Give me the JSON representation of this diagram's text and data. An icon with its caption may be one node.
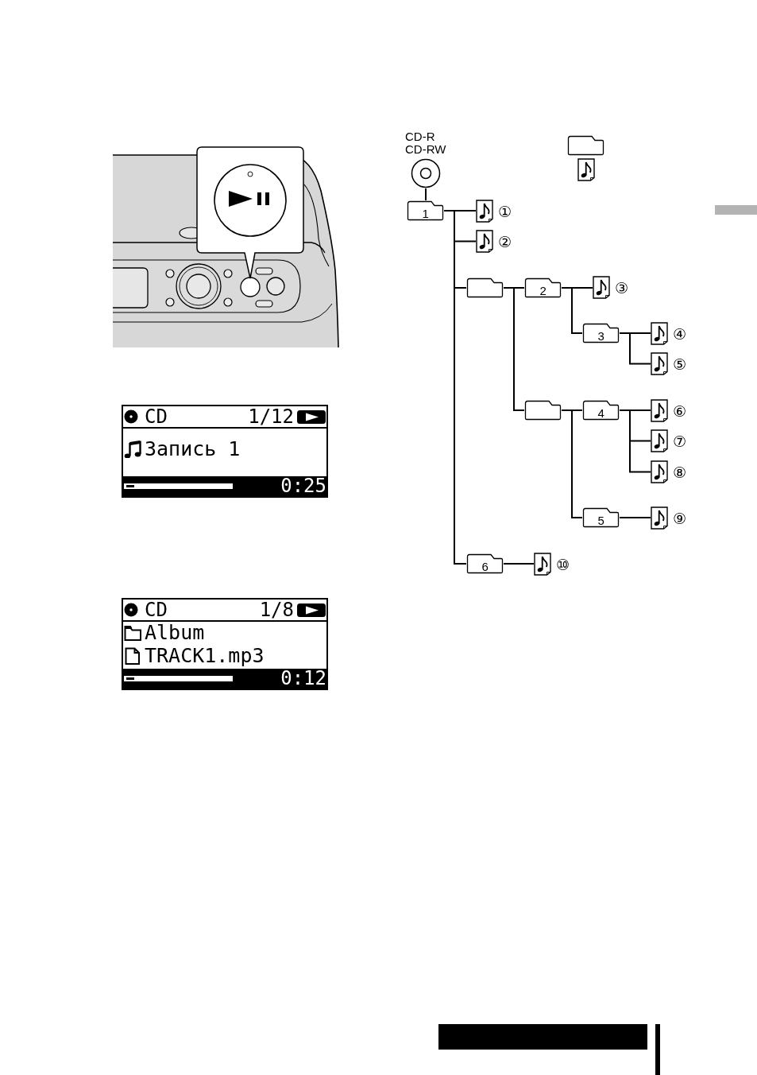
{
  "diagram": {
    "nodes": [
      {
        "text": [
          "CD-R CD-RW"
        ]
      },
      {
        "text": [],
        "shape": "folder"
      },
      {
        "text": [],
        "shape": "document"
      },
      {
        "text": [
          "1"
        ]
      },
      {
        "text": [],
        "shape": "document",
        "beside": [
          "①"
        ]
      },
      {
        "text": [],
        "shape": "document",
        "beside": [
          "②"
        ]
      },
      {
        "text": [],
        "shape": "folder"
      },
      {
        "text": [
          "2"
        ]
      },
      {
        "text": [],
        "shape": "document",
        "beside": [
          "③"
        ]
      },
      {
        "text": [
          "3"
        ]
      },
      {
        "text": [],
        "shape": "document",
        "beside": [
          "④"
        ]
      },
      {
        "text": [],
        "shape": "document",
        "beside": [
          "⑤"
        ]
      },
      {
        "text": [],
        "shape": "folder"
      },
      {
        "text": [
          "4"
        ]
      },
      {
        "text": [],
        "shape": "document",
        "beside": [
          "⑥"
        ]
      },
      {
        "text": [],
        "shape": "document",
        "beside": [
          "⑦"
        ]
      },
      {
        "text": [],
        "shape": "document",
        "beside": [
          "⑧"
        ]
      },
      {
        "text": [
          "5"
        ]
      },
      {
        "text": [],
        "shape": "document",
        "beside": [
          "⑨"
        ]
      },
      {
        "text": [
          "6"
        ]
      },
      {
        "text": [],
        "shape": "document",
        "beside": [
          "⑩"
        ]
      }
    ],
    "edges": [
      {
        "from": 0,
        "to": 3,
        "arrow": "none"
      },
      {
        "from": 3,
        "to": 4,
        "arrow": "none"
      },
      {
        "from": 3,
        "to": 5,
        "arrow": "none"
      },
      {
        "from": 3,
        "to": 6,
        "arrow": "none"
      },
      {
        "from": 6,
        "to": 7,
        "arrow": "none"
      },
      {
        "from": 7,
        "to": 8,
        "arrow": "none"
      },
      {
        "from": 7,
        "to": 9,
        "arrow": "none"
      },
      {
        "from": 9,
        "to": 10,
        "arrow": "none"
      },
      {
        "from": 9,
        "to": 11,
        "arrow": "none"
      },
      {
        "from": 6,
        "to": 12,
        "arrow": "none"
      },
      {
        "from": 12,
        "to": 13,
        "arrow": "none"
      },
      {
        "from": 13,
        "to": 14,
        "arrow": "none"
      },
      {
        "from": 13,
        "to": 15,
        "arrow": "none"
      },
      {
        "from": 13,
        "to": 16,
        "arrow": "none"
      },
      {
        "from": 12,
        "to": 17,
        "arrow": "none"
      },
      {
        "from": 17,
        "to": 18,
        "arrow": "none"
      },
      {
        "from": 3,
        "to": 19,
        "arrow": "none"
      },
      {
        "from": 19,
        "to": 20,
        "arrow": "none"
      }
    ],
    "labels": [
      "CD",
      "1/12",
      "Запись 1",
      "0:25",
      "CD",
      "1/8",
      "Album",
      "TRACK1.mp3",
      "0:12"
    ]
  }
}
